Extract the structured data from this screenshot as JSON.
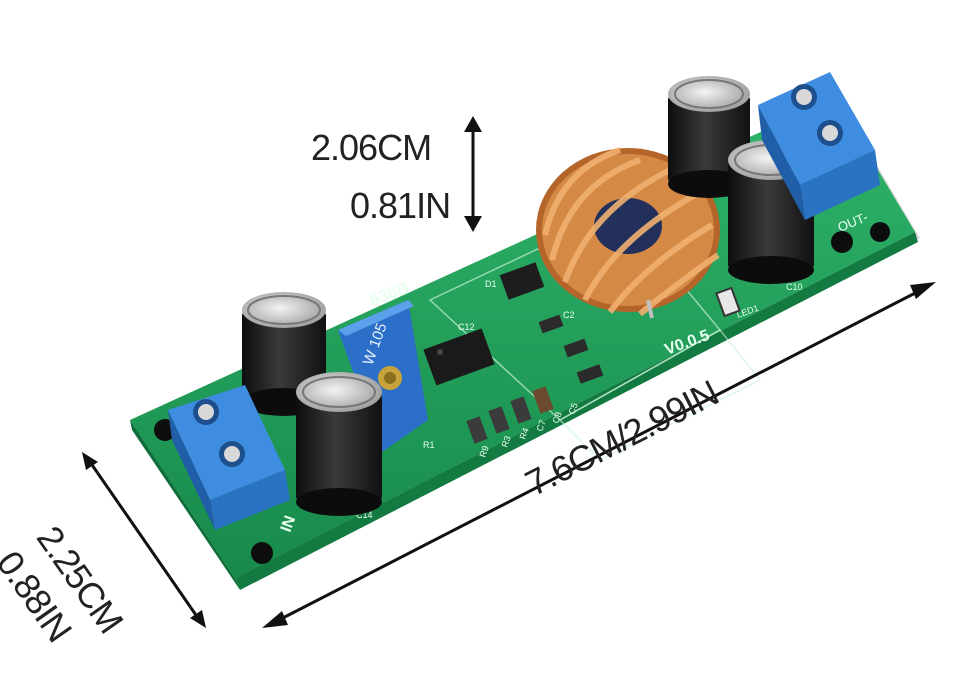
{
  "dimensions": {
    "height_cm": "2.06CM",
    "height_in": "0.81IN",
    "length": "7.6CM/2.99IN",
    "width_cm": "2.25CM",
    "width_in": "0.88IN"
  },
  "board": {
    "model": "636B",
    "version": "V0.0.5",
    "pot_code": "W 105",
    "in_label": "IN",
    "out_label": "OUT-",
    "silkscreen": [
      "D1",
      "C12",
      "C2",
      "R1",
      "R9",
      "R3",
      "R4",
      "C7",
      "C8",
      "C5",
      "C14",
      "C10",
      "LED1"
    ]
  },
  "colors": {
    "pcb": "#1fa35b",
    "terminal": "#2f7fd0",
    "coil": "#c8742e",
    "capacitor": "#1c1c1c"
  }
}
